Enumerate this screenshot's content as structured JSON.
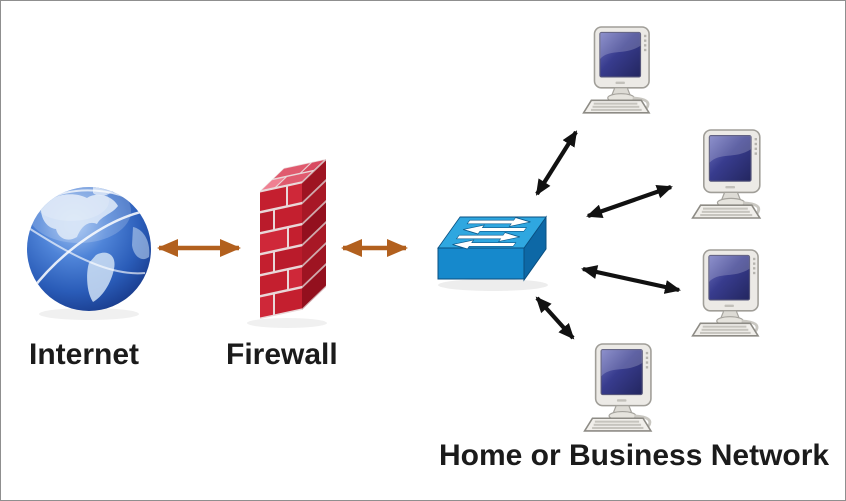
{
  "diagram": {
    "type": "network-topology",
    "labels": {
      "internet": "Internet",
      "firewall": "Firewall",
      "network": "Home or Business Network"
    },
    "nodes": [
      {
        "id": "internet",
        "icon": "globe-icon",
        "label": "Internet"
      },
      {
        "id": "firewall",
        "icon": "firewall-brick-icon",
        "label": "Firewall"
      },
      {
        "id": "switch",
        "icon": "network-switch-icon",
        "label": ""
      },
      {
        "id": "pc-1",
        "icon": "desktop-computer-icon",
        "label": ""
      },
      {
        "id": "pc-2",
        "icon": "desktop-computer-icon",
        "label": ""
      },
      {
        "id": "pc-3",
        "icon": "desktop-computer-icon",
        "label": ""
      },
      {
        "id": "pc-4",
        "icon": "desktop-computer-icon",
        "label": ""
      }
    ],
    "edges": [
      {
        "from": "internet",
        "to": "firewall",
        "style": "double-arrow",
        "color": "#b2601e"
      },
      {
        "from": "firewall",
        "to": "switch",
        "style": "double-arrow",
        "color": "#b2601e"
      },
      {
        "from": "switch",
        "to": "pc-1",
        "style": "double-arrow",
        "color": "#111111"
      },
      {
        "from": "switch",
        "to": "pc-2",
        "style": "double-arrow",
        "color": "#111111"
      },
      {
        "from": "switch",
        "to": "pc-3",
        "style": "double-arrow",
        "color": "#111111"
      },
      {
        "from": "switch",
        "to": "pc-4",
        "style": "double-arrow",
        "color": "#111111"
      }
    ],
    "colors": {
      "connector_orange": "#b2601e",
      "connector_black": "#111111",
      "switch_blue_top": "#2fa7e0",
      "switch_blue_front": "#1689cc",
      "switch_blue_side": "#0d68a6",
      "brick_red": "#c41f2f",
      "brick_red_dark": "#9e1422",
      "brick_red_top": "#e05a6e",
      "mortar": "#e9d7d8",
      "globe_blue": "#2a5cb8",
      "screen_navy": "#383c8e",
      "label_text": "#1b1b1b"
    }
  }
}
